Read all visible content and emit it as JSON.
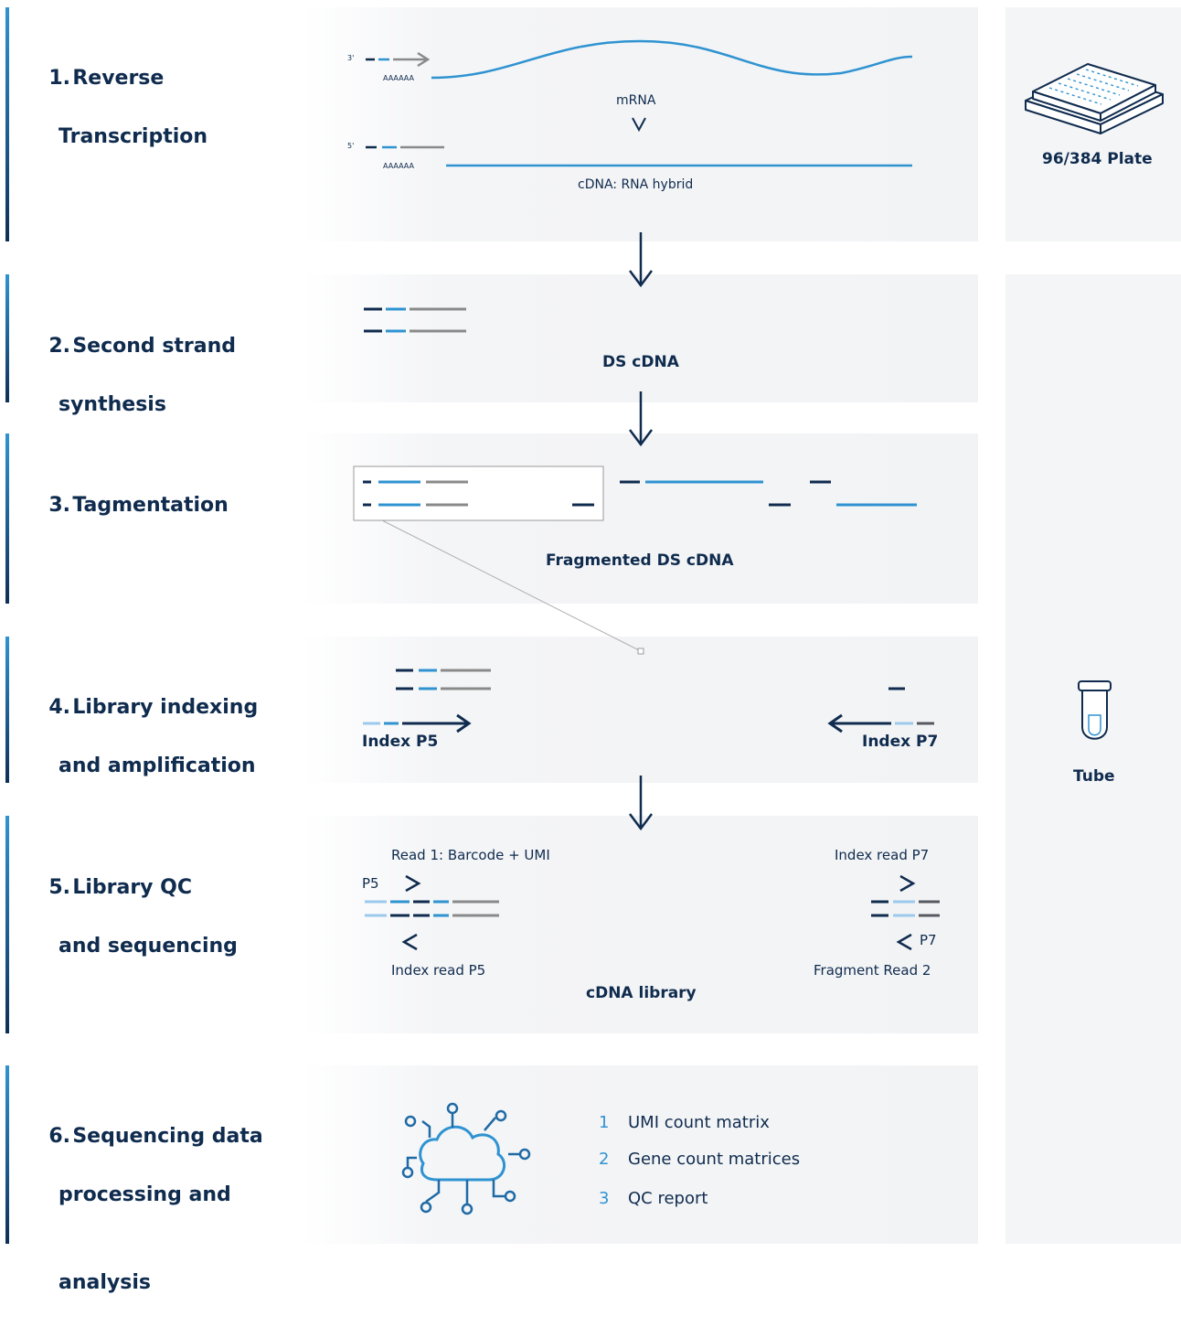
{
  "steps": [
    {
      "num": "1.",
      "line1": "Reverse",
      "line2": "Transcription"
    },
    {
      "num": "2.",
      "line1": "Second strand",
      "line2": "synthesis"
    },
    {
      "num": "3.",
      "line1": "Tagmentation",
      "line2": ""
    },
    {
      "num": "4.",
      "line1": "Library indexing",
      "line2": "and amplification"
    },
    {
      "num": "5.",
      "line1": "Library QC",
      "line2": "and sequencing"
    },
    {
      "num": "6.",
      "line1": "Sequencing data",
      "line2": "processing and",
      "line3": "analysis"
    }
  ],
  "rt": {
    "three_prime": "3'",
    "five_prime": "5'",
    "polyA_top": "AAAAAA",
    "polyA_bottom": "AAAAAA",
    "mrna": "mRNA",
    "hybrid": "cDNA: RNA hybrid"
  },
  "ds": {
    "label": "DS cDNA"
  },
  "tag": {
    "label": "Fragmented DS cDNA"
  },
  "lib": {
    "index_p5": "Index P5",
    "index_p7": "Index P7"
  },
  "seq": {
    "read1": "Read 1: Barcode + UMI",
    "index_read_p7": "Index read P7",
    "p5": "P5",
    "p7": "P7",
    "index_read_p5": "Index read P5",
    "fragment_read2": "Fragment Read 2",
    "library": "cDNA library"
  },
  "outputs": [
    {
      "n": "1",
      "label": "UMI count matrix"
    },
    {
      "n": "2",
      "label": "Gene count matrices"
    },
    {
      "n": "3",
      "label": "QC report"
    }
  ],
  "side": {
    "plate": "96/384 Plate",
    "tube": "Tube"
  },
  "colors": {
    "navy": "#0f2b4e",
    "blue": "#2f93d1",
    "gray": "#8a8a8a",
    "light_blue": "#9cc9ec"
  }
}
